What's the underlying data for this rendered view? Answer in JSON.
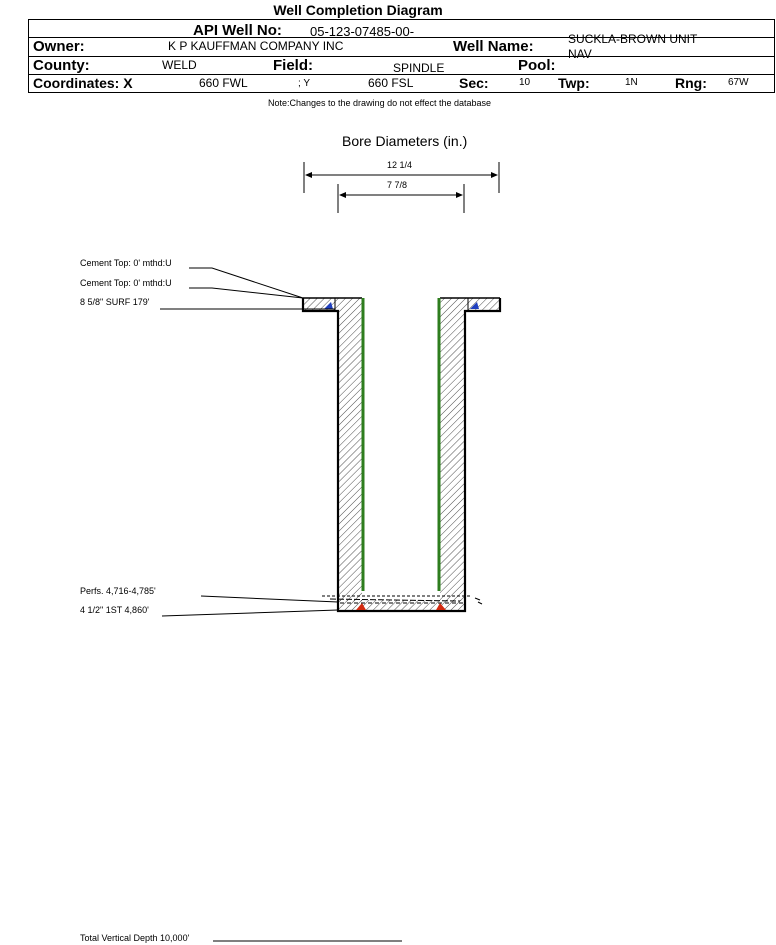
{
  "header": {
    "title": "Well Completion Diagram",
    "api_label": "API Well No:",
    "api_value": "05-123-07485-00-",
    "owner_label": "Owner:",
    "owner_value": "K P KAUFFMAN COMPANY INC",
    "well_name_label": "Well Name:",
    "well_name_line1": "SUCKLA-BROWN UNIT",
    "well_name_line2": "NAV",
    "county_label": "County:",
    "county_value": "WELD",
    "field_label": "Field:",
    "field_value": "SPINDLE",
    "pool_label": "Pool:",
    "pool_value": "",
    "coords_label": "Coordinates: X",
    "x_value": "660 FWL",
    "y_label": "; Y",
    "y_value": "660 FSL",
    "sec_label": "Sec:",
    "sec_value": "10",
    "twp_label": "Twp:",
    "twp_value": "1N",
    "rng_label": "Rng:",
    "rng_value": "67W"
  },
  "note": "Note:Changes to the drawing do not effect the database",
  "bore": {
    "title": "Bore Diameters (in.)",
    "outer": "12 1/4",
    "inner": "7 7/8"
  },
  "annotations": {
    "cement_top_1": "Cement Top: 0' mthd:U",
    "cement_top_2": "Cement Top: 0' mthd:U",
    "surface_casing": "8 5/8\" SURF 179'",
    "perfs": "Perfs. 4,716-4,785'",
    "prod_casing": "4 1/2\" 1ST 4,860'",
    "tvd": "Total Vertical Depth 10,000'"
  },
  "colors": {
    "casing": "#2e7d1e",
    "cement_top_marker": "#1f3fbf",
    "shoe_marker": "#d22a10"
  }
}
